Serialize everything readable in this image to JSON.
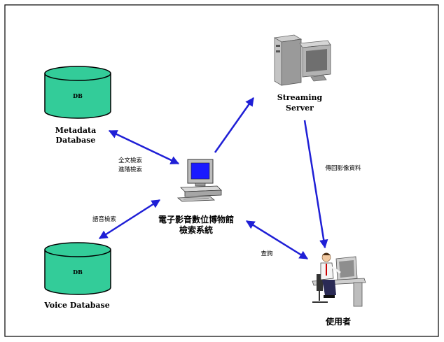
{
  "nodes": {
    "metadata_db": {
      "icon_text": "DB",
      "label_line1": "Metadata",
      "label_line2": "Database"
    },
    "voice_db": {
      "icon_text": "DB",
      "label": "Voice Database"
    },
    "streaming_server": {
      "label_line1": "Streaming",
      "label_line2": "Server"
    },
    "search_system": {
      "label_line1": "電子影音數位博物館",
      "label_line2": "檢索系統"
    },
    "user": {
      "label": "使用者"
    }
  },
  "edges": {
    "metadata_search": {
      "label_line1": "全文檢索",
      "label_line2": "進階檢索"
    },
    "voice_search": {
      "label": "語音檢索"
    },
    "return_video": {
      "label": "傳回影像資料"
    },
    "query": {
      "label": "查詢"
    }
  },
  "colors": {
    "cylinder_fill": "#33cc99",
    "cylinder_stroke": "#000000",
    "arrow": "#1f1fd6",
    "frame": "#000000"
  }
}
